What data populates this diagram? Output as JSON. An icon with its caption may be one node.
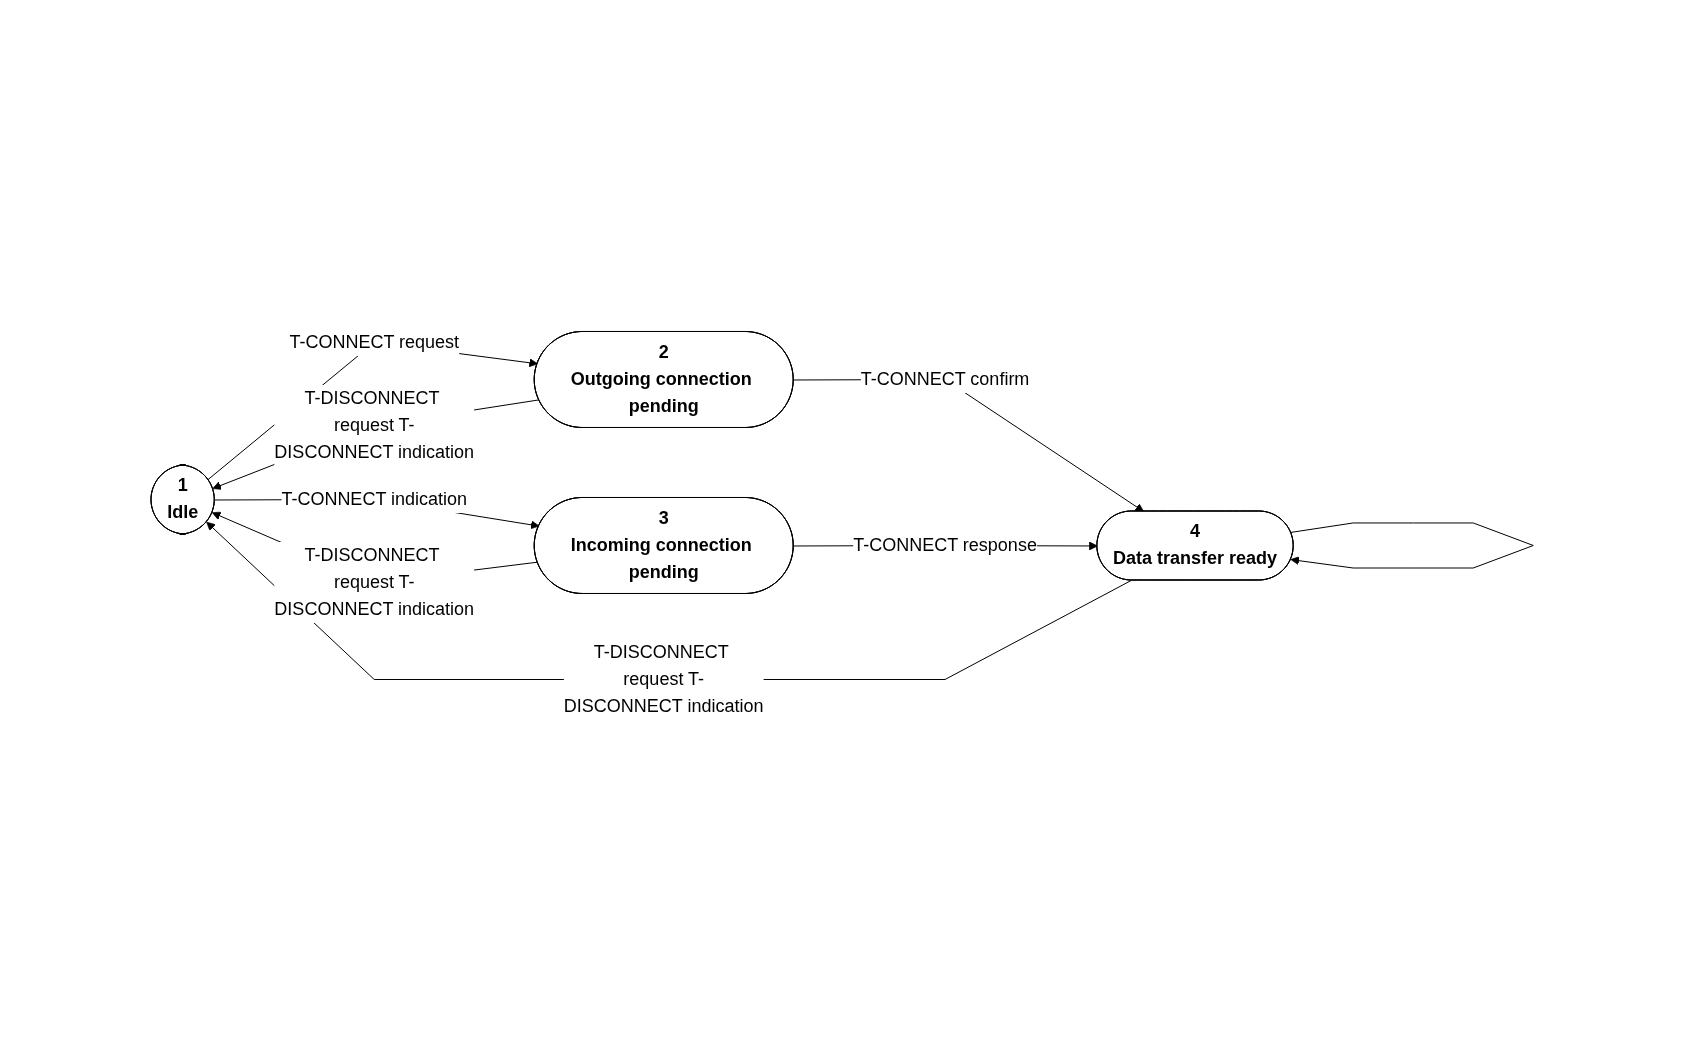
{
  "diagram": {
    "nodes": [
      {
        "text": [
          "1",
          "Idle"
        ]
      },
      {
        "text": [
          "2",
          "Outgoing connection pending"
        ]
      },
      {
        "text": [
          "3",
          "Incoming connection pending"
        ]
      },
      {
        "text": [
          "4",
          "Data transfer ready"
        ]
      }
    ],
    "edges": [
      {
        "from": 1,
        "to": 0,
        "arrow": "to",
        "label": "T-DISCONNECT request T-DISCONNECT indication"
      },
      {
        "from": 0,
        "to": 1,
        "arrow": "to",
        "label": "T-CONNECT request"
      },
      {
        "from": 1,
        "to": 3,
        "arrow": "to",
        "label": "T-CONNECT confirm"
      },
      {
        "from": 3,
        "to": 0,
        "arrow": "to",
        "label": "T-DISCONNECT request T-DISCONNECT indication"
      },
      {
        "from": 0,
        "to": 2,
        "arrow": "to",
        "label": "T-CONNECT indication"
      },
      {
        "from": 2,
        "to": 0,
        "arrow": "to",
        "label": "T-DISCONNECT request T-DISCONNECT indication"
      },
      {
        "from": 2,
        "to": 3,
        "arrow": "to",
        "label": "T-CONNECT response"
      },
      {
        "from": 3,
        "to": 3,
        "arrow": "to"
      }
    ]
  }
}
